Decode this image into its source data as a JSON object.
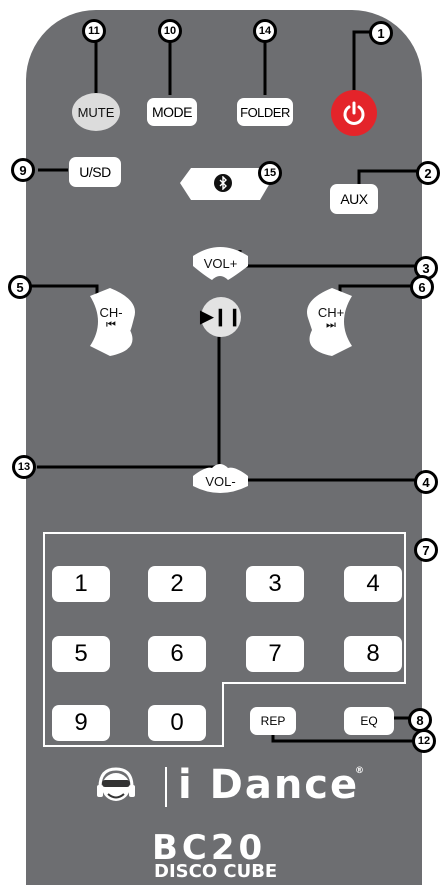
{
  "buttons": {
    "mute": "MUTE",
    "mode": "MODE",
    "folder": "FOLDER",
    "usd": "U/SD",
    "bluetooth_icon": "bluetooth-icon",
    "aux": "AUX",
    "vol_plus": "VOL+",
    "vol_minus": "VOL-",
    "ch_minus": "CH-",
    "ch_plus": "CH+",
    "prev_icon": "⏮",
    "next_icon": "⏭",
    "play_pause_icon": "▶❙❙",
    "rep": "REP",
    "eq": "EQ"
  },
  "numbers": [
    "1",
    "2",
    "3",
    "4",
    "5",
    "6",
    "7",
    "8",
    "9",
    "0"
  ],
  "callouts": {
    "c1": "1",
    "c2": "2",
    "c3": "3",
    "c4": "4",
    "c5": "5",
    "c6": "6",
    "c7": "7",
    "c8": "8",
    "c9": "9",
    "c10": "10",
    "c11": "11",
    "c12": "12",
    "c13": "13",
    "c14": "14",
    "c15": "15"
  },
  "brand": {
    "name": "i Dance",
    "model": "BC20",
    "product": "DISCO CUBE"
  },
  "colors": {
    "body": "#6d6e71",
    "power": "#e4242a",
    "button": "#ffffff"
  }
}
